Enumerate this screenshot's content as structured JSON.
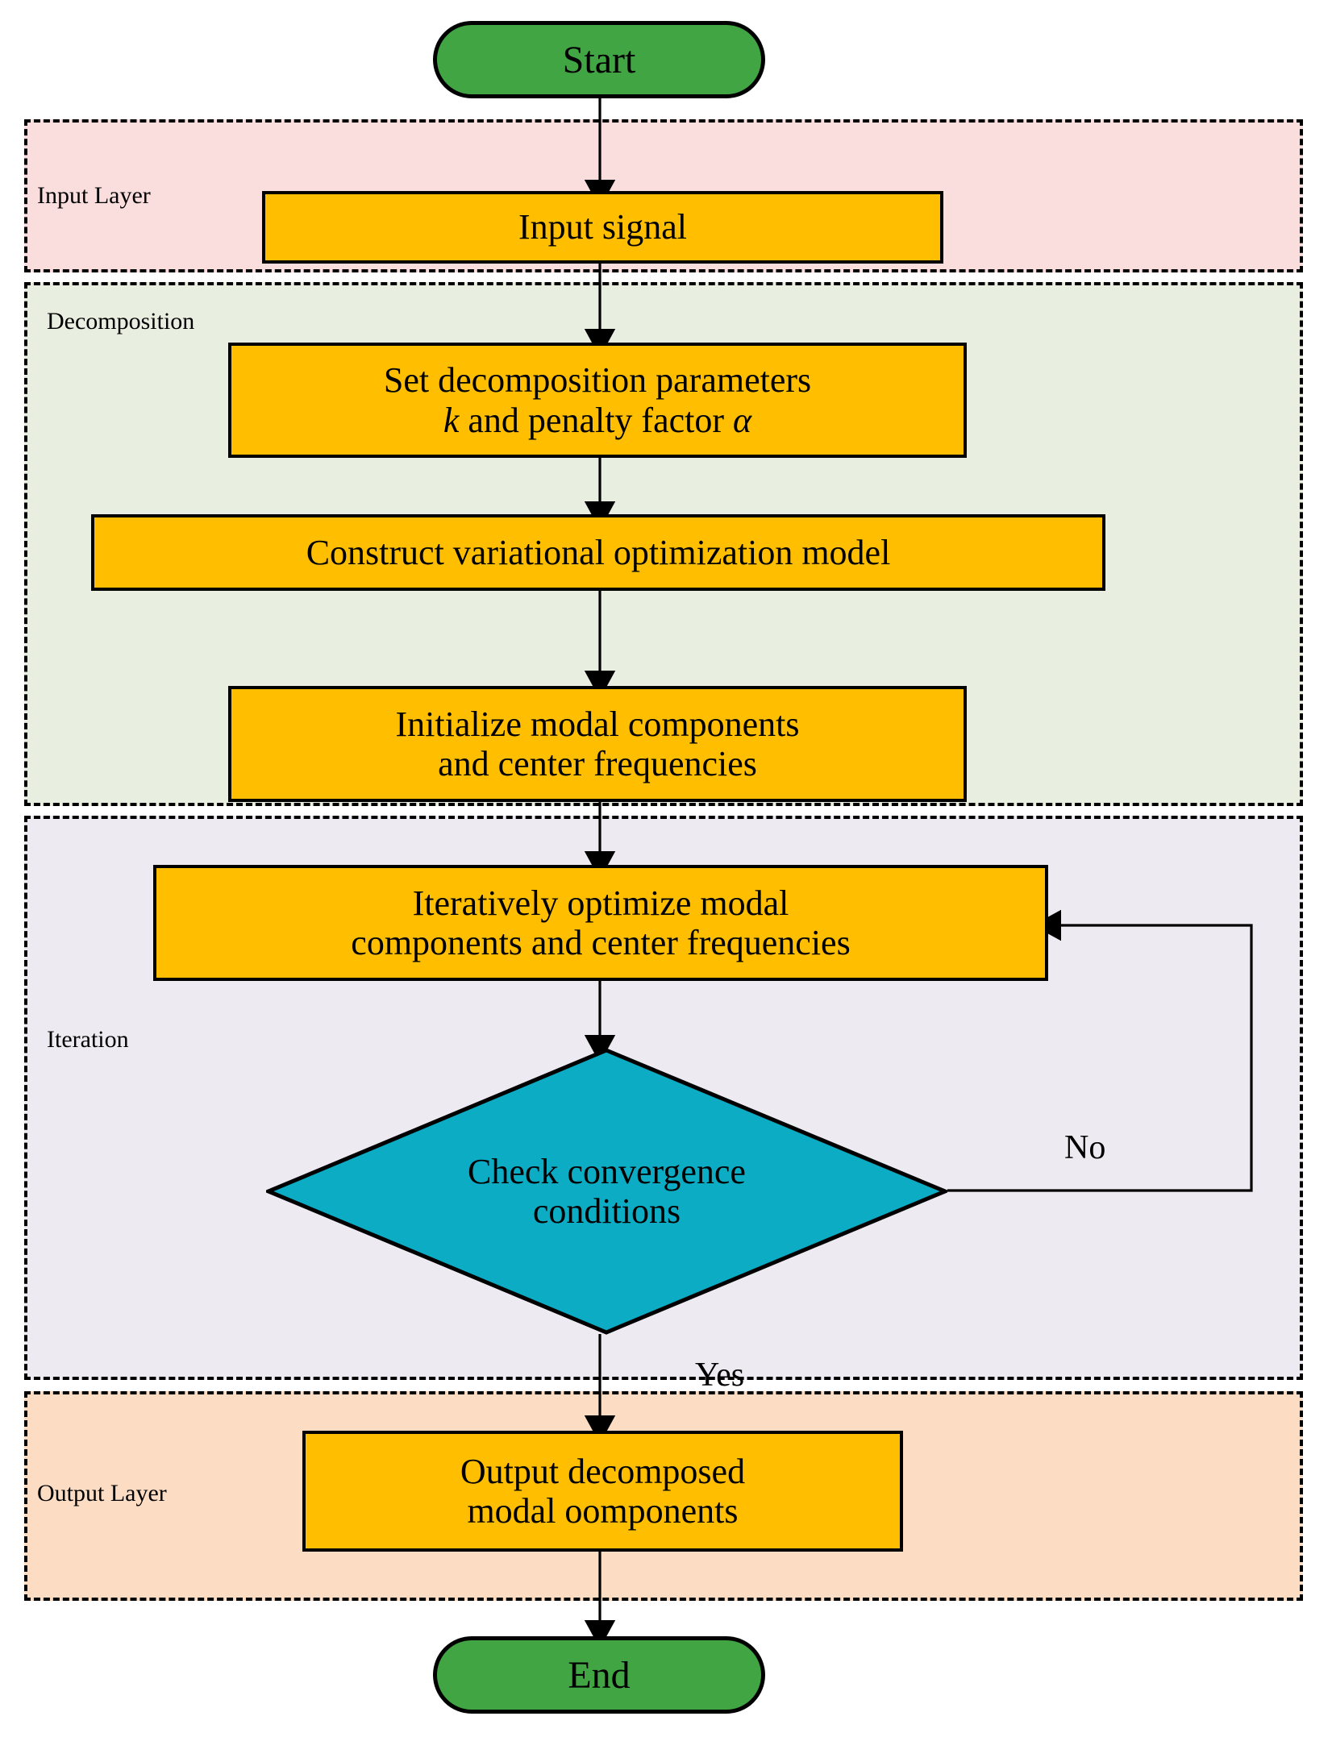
{
  "diagram": {
    "title": "VMD signal decomposition flowchart",
    "type": "flowchart"
  },
  "colors": {
    "terminator_fill": "#41a544",
    "process_fill": "#ffbf00",
    "decision_fill": "#0bacc4",
    "input_band": "#fadddd",
    "decomposition_band": "#e8efe0",
    "iteration_band": "#eeeaf2",
    "output_band": "#fcddc4",
    "stroke": "#000000"
  },
  "bands": [
    {
      "id": "input",
      "label": "Input Layer",
      "fill": "#fadddd"
    },
    {
      "id": "decomposition",
      "label": "Decomposition",
      "fill": "#e8efe0"
    },
    {
      "id": "iteration",
      "label": "Iteration",
      "fill": "#eeeaf2"
    },
    {
      "id": "output",
      "label": "Output Layer",
      "fill": "#fcddc4"
    }
  ],
  "nodes": {
    "start": {
      "label": "Start",
      "shape": "terminator"
    },
    "input_signal": {
      "label": "Input signal",
      "shape": "process"
    },
    "set_params": {
      "shape": "process",
      "line1": "Set decomposition parameters",
      "line2_pre": "k",
      "line2_mid": " and penalty factor ",
      "line2_post": "α",
      "label": "Set decomposition parameters k and penalty factor α"
    },
    "construct_model": {
      "label": "Construct variational optimization model",
      "shape": "process"
    },
    "initialize": {
      "shape": "process",
      "line1": "Initialize modal components",
      "line2": "and center frequencies",
      "label": "Initialize modal components and center frequencies"
    },
    "iterate": {
      "shape": "process",
      "line1": "Iteratively optimize modal",
      "line2": "components and center frequencies",
      "label": "Iteratively optimize modal components and center frequencies"
    },
    "check_convergence": {
      "shape": "decision",
      "line1": "Check convergence",
      "line2": "conditions",
      "label": "Check convergence conditions"
    },
    "output_components": {
      "shape": "process",
      "line1": "Output decomposed",
      "line2": "modal oomponents",
      "label": "Output decomposed modal oomponents"
    },
    "end": {
      "label": "End",
      "shape": "terminator"
    }
  },
  "edges": [
    {
      "from": "start",
      "to": "input_signal",
      "label": ""
    },
    {
      "from": "input_signal",
      "to": "set_params",
      "label": ""
    },
    {
      "from": "set_params",
      "to": "construct_model",
      "label": ""
    },
    {
      "from": "construct_model",
      "to": "initialize",
      "label": ""
    },
    {
      "from": "initialize",
      "to": "iterate",
      "label": ""
    },
    {
      "from": "iterate",
      "to": "check_convergence",
      "label": ""
    },
    {
      "from": "check_convergence",
      "to": "iterate",
      "label": "No"
    },
    {
      "from": "check_convergence",
      "to": "output_components",
      "label": "Yes"
    },
    {
      "from": "output_components",
      "to": "end",
      "label": ""
    }
  ],
  "edge_labels": {
    "no": "No",
    "yes": "Yes"
  }
}
